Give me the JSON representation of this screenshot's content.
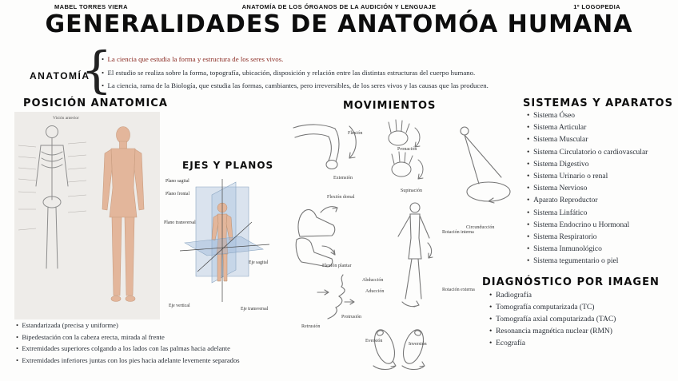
{
  "colors": {
    "ink": "#2a3038",
    "accent_red": "#8a2a22",
    "plane_blue": "#8aa4c0",
    "skin": "#e3b69b"
  },
  "header": {
    "left": "MABEL TORRES VIERA",
    "center": "ANATOMÍA DE LOS ÓRGANOS DE LA AUDICIÓN Y LENGUAJE",
    "right": "1º LOGOPEDIA"
  },
  "title": "GENERALIDADES DE ANATOMÓA HUMANA",
  "anatomia": {
    "label": "ANATOMÍA",
    "bullets": [
      "La ciencia que estudia la forma y estructura de los seres vivos.",
      "El estudio se realiza sobre la forma, topografía, ubicación, disposición y relación entre las distintas estructuras del cuerpo humano.",
      "La ciencia, rama de la Biología, que estudia las formas, cambiantes, pero irreversibles, de los seres vivos y las causas que las producen."
    ]
  },
  "posicion": {
    "title": "POSICIÓN ANATOMICA",
    "figure_caption": "Visión anterior",
    "bullets": [
      "Estandarizada (precisa y uniforme)",
      "Bipedestación con la cabeza erecta, mirada al frente",
      "Extremidades superiores colgando a los lados con las palmas hacia adelante",
      "Extremidades inferiores juntas con los pies hacia adelante levemente separados"
    ]
  },
  "ejes": {
    "title": "EJES Y PLANOS",
    "labels": {
      "plano_sagital": "Plano sagital",
      "plano_frontal": "Plano frontal",
      "plano_transversal": "Plano transversal",
      "eje_sagital": "Eje sagital",
      "eje_vertical": "Eje vertical",
      "eje_transversal": "Eje transversal"
    }
  },
  "movimientos": {
    "title": "MOVIMIENTOS",
    "labels": {
      "flexion": "Flexión",
      "extension": "Extensión",
      "flexion_dorsal": "Flexión dorsal",
      "flexion_plantar": "Flexión plantar",
      "pronacion": "Pronación",
      "supinacion": "Supinación",
      "abduccion": "Abducción",
      "aduccion": "Aducción",
      "rotacion_interna": "Rotación interna",
      "rotacion_externa": "Rotación externa",
      "circunduccion": "Circunducción",
      "retrusion": "Retrusión",
      "protrusion": "Protrusión",
      "eversion": "Eversión",
      "inversion": "Inversión"
    }
  },
  "sistemas": {
    "title": "SISTEMAS Y APARATOS",
    "items": [
      "Sistema Óseo",
      "Sistema Articular",
      "Sistema Muscular",
      "Sistema Circulatorio o cardiovascular",
      "Sistema Digestivo",
      "Sistema Urinario o renal",
      "Sistema Nervioso",
      "Aparato Reproductor",
      "Sistema Linfático",
      "Sistema Endocrino u Hormonal",
      "Sistema Respiratorio",
      "Sistema Inmunológico",
      "Sistema tegumentario o piel"
    ]
  },
  "diagnostico": {
    "title": "DIAGNÓSTICO POR IMAGEN",
    "items": [
      "Radiografía",
      "Tomografía computarizada (TC)",
      "Tomografía axial computarizada (TAC)",
      "Resonancia magnética nuclear (RMN)",
      "Ecografía"
    ]
  }
}
